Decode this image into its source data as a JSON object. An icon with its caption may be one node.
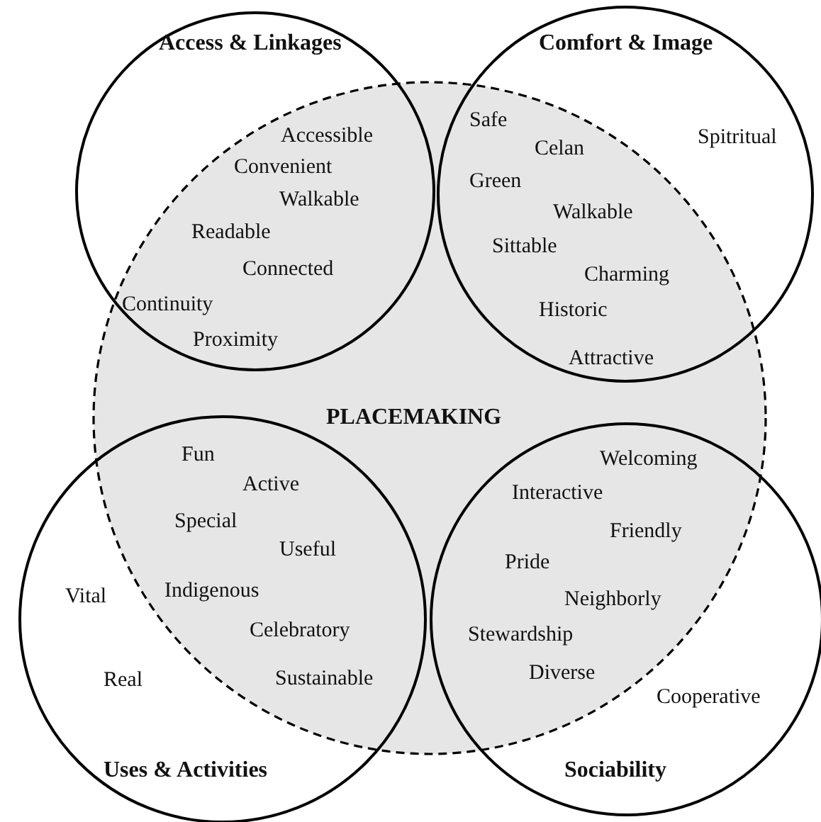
{
  "diagram": {
    "nodes": [
      {
        "text": [
          "Access & Linkages"
        ]
      },
      {
        "text": [
          "Comfort & Image"
        ]
      },
      {
        "text": [
          "PLACEMAKING"
        ]
      },
      {
        "text": [
          "Uses & Activities"
        ]
      },
      {
        "text": [
          "Sociability"
        ]
      }
    ],
    "labels": [
      "Safe",
      "Accessible",
      "Spitritual",
      "Celan",
      "Convenient",
      "Green",
      "Walkable",
      "Walkable",
      "Readable",
      "Sittable",
      "Connected",
      "Charming",
      "Continuity",
      "Historic",
      "Proximity",
      "Attractive",
      "Fun",
      "Welcoming",
      "Active",
      "Interactive",
      "Special",
      "Friendly",
      "Useful",
      "Pride",
      "Indigenous",
      "Vital",
      "Neighborly",
      "Celebratory",
      "Stewardship",
      "Diverse",
      "Sustainable",
      "Real",
      "Cooperative"
    ]
  }
}
